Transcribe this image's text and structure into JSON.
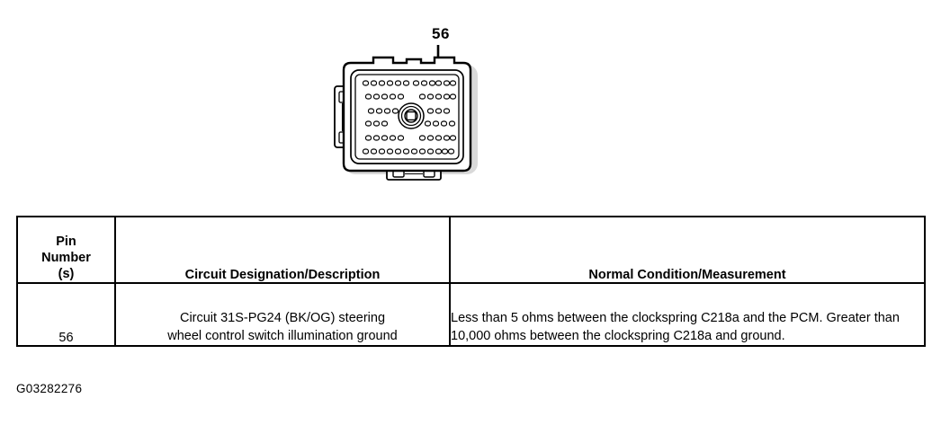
{
  "figure": {
    "callout_label": "56",
    "connector_name": "clockspring-connector-c218a",
    "pin_rows": [
      {
        "left_count": 7,
        "right_count": 5
      },
      {
        "left_count": 5,
        "right_count": 5
      },
      {
        "left_count": 4,
        "right_count": 3
      },
      {
        "left_count": 3,
        "right_count": 4
      },
      {
        "left_count": 5,
        "right_count": 5
      },
      {
        "left_count": 7,
        "right_count": 6
      }
    ],
    "colors": {
      "outline": "#000000",
      "housing_fill": "#ffffff",
      "shadow": "#d9d9d9"
    }
  },
  "table": {
    "headers": [
      "Pin\nNumber\n(s)",
      "Circuit Designation/Description",
      "Normal Condition/Measurement"
    ],
    "header_pin_line1": "Pin",
    "header_pin_line2": "Number",
    "header_pin_line3": "(s)",
    "header_description": "Circuit Designation/Description",
    "header_measurement": "Normal Condition/Measurement",
    "rows": [
      {
        "pin": "56",
        "description": "Circuit 31S-PG24 (BK/OG) steering wheel control switch illumination ground",
        "description_line1": "Circuit 31S-PG24 (BK/OG) steering",
        "description_line2": "wheel control switch illumination ground",
        "measurement": "Less than 5 ohms between the clockspring C218a and the PCM. Greater than 10,000 ohms between the clockspring C218a and ground."
      }
    ]
  },
  "figure_id": "G03282276"
}
